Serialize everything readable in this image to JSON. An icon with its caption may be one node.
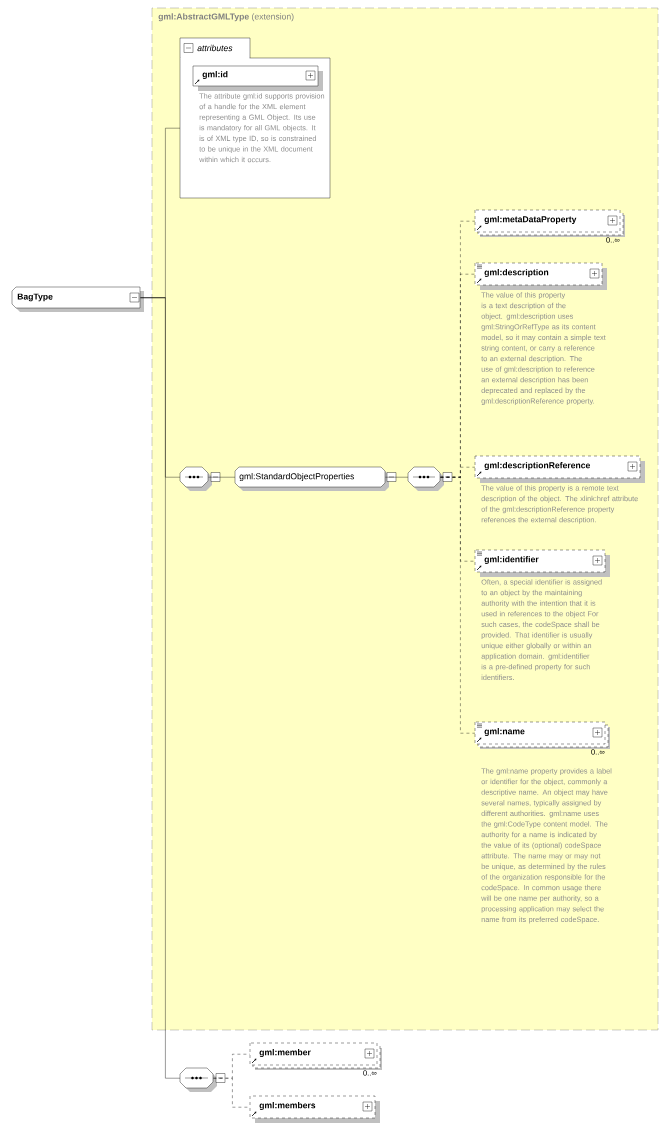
{
  "diagram": {
    "nodes": [
      {
        "text": [
          "BagType"
        ]
      },
      {
        "text": [
          "**gml:AbstractGMLType** (extension)"
        ]
      },
      {
        "text": [
          "attributes"
        ],
        "in": 1
      },
      {
        "text": [
          "gml:id",
          "The attribute gml:id supports provision of a handle for the XML element representing a GML Object. Its use is mandatory for all GML objects. It is of XML type ID, so is constrained to be unique in the XML document within which it occurs."
        ],
        "in": 2
      },
      {
        "text": [],
        "shape": "octagon",
        "in": 1
      },
      {
        "text": [
          "gml:StandardObjectProperties"
        ],
        "in": 1
      },
      {
        "text": [],
        "shape": "octagon",
        "in": 1
      },
      {
        "text": [
          "gml:metaDataProperty"
        ],
        "beside": [
          "0..∞"
        ],
        "in": 1
      },
      {
        "text": [
          "gml:description",
          "The value of this property is a text description of the object. gml:description uses gml:StringOrRefType as its content model, so it may contain a simple text string content, or carry a reference to an external description. The use of gml:description to reference an external description has been deprecated and replaced by the gml:descriptionReference property."
        ],
        "in": 1
      },
      {
        "text": [
          "gml:descriptionReference",
          "The value of this property is a remote text description of the object. The xlink:href attribute of the gml:descriptionReference property references the external description."
        ],
        "in": 1
      },
      {
        "text": [
          "gml:identifier",
          "Often, a special identifier is assigned to an object by the maintaining authority with the intention that it is used in references to the object For such cases, the codeSpace shall be provided. That identifier is usually unique either globally or within an application domain. gml:identifier is a pre-defined property for such identifiers."
        ],
        "in": 1
      },
      {
        "text": [
          "gml:name",
          "The gml:name property provides a label or identifier for the object, commonly a descriptive name. An object may have several names, typically assigned by different authorities. gml:name uses the gml:CodeType content model. The authority for a name is indicated by the value of its (optional) codeSpace attribute. The name may or may not be unique, as determined by the rules of the organization responsible for the codeSpace. In common usage there will be one name per authority, so a processing application may select the name from its preferred codeSpace."
        ],
        "beside": [
          "0..∞"
        ],
        "in": 1
      },
      {
        "text": [],
        "shape": "octagon"
      },
      {
        "text": [
          "gml:member"
        ],
        "beside": [
          "0..∞"
        ]
      },
      {
        "text": [
          "gml:members"
        ]
      }
    ],
    "edges": [
      {
        "from": 0,
        "to": 2,
        "arrow": "none"
      },
      {
        "from": 0,
        "to": 4,
        "arrow": "none"
      },
      {
        "from": 0,
        "to": 12,
        "arrow": "none"
      },
      {
        "from": 4,
        "to": 5,
        "arrow": "none"
      },
      {
        "from": 5,
        "to": 6,
        "arrow": "none"
      },
      {
        "from": 6,
        "to": 7,
        "arrow": "none",
        "style": "dashed"
      },
      {
        "from": 6,
        "to": 8,
        "arrow": "none",
        "style": "dashed"
      },
      {
        "from": 6,
        "to": 9,
        "arrow": "none",
        "style": "dashed"
      },
      {
        "from": 6,
        "to": 10,
        "arrow": "none",
        "style": "dashed"
      },
      {
        "from": 6,
        "to": 11,
        "arrow": "none",
        "style": "dashed"
      },
      {
        "from": 12,
        "to": 13,
        "arrow": "none",
        "style": "dashed"
      },
      {
        "from": 12,
        "to": 14,
        "arrow": "none",
        "style": "dashed"
      }
    ]
  }
}
